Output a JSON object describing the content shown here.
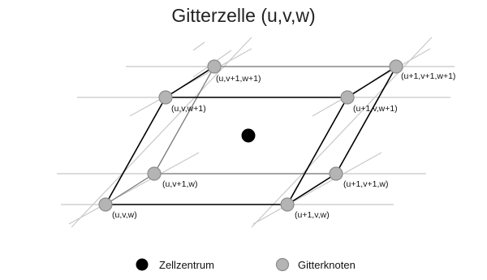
{
  "title": "Gitterzelle (u,v,w)",
  "nodes": {
    "uvw": "(u,v,w)",
    "u1vw": "(u+1,v,w)",
    "uv1w": "(u,v+1,w)",
    "u1v1w": "(u+1,v+1,w)",
    "uvw1": "(u,v,w+1)",
    "u1vw1": "(u+1,v,w+1)",
    "uv1w1": "(u,v+1,w+1)",
    "u1v1w1": "(u+1,v+1,w+1)"
  },
  "legend": {
    "center_label": "Zellzentrum",
    "node_label": "Gitterknoten"
  },
  "colors": {
    "node_fill": "#b4b4b4",
    "node_stroke": "#8c8c8c",
    "center": "#000000",
    "edge": "#000000",
    "edge_hidden": "#7a7a7a",
    "grid": "#c8c8c8"
  }
}
